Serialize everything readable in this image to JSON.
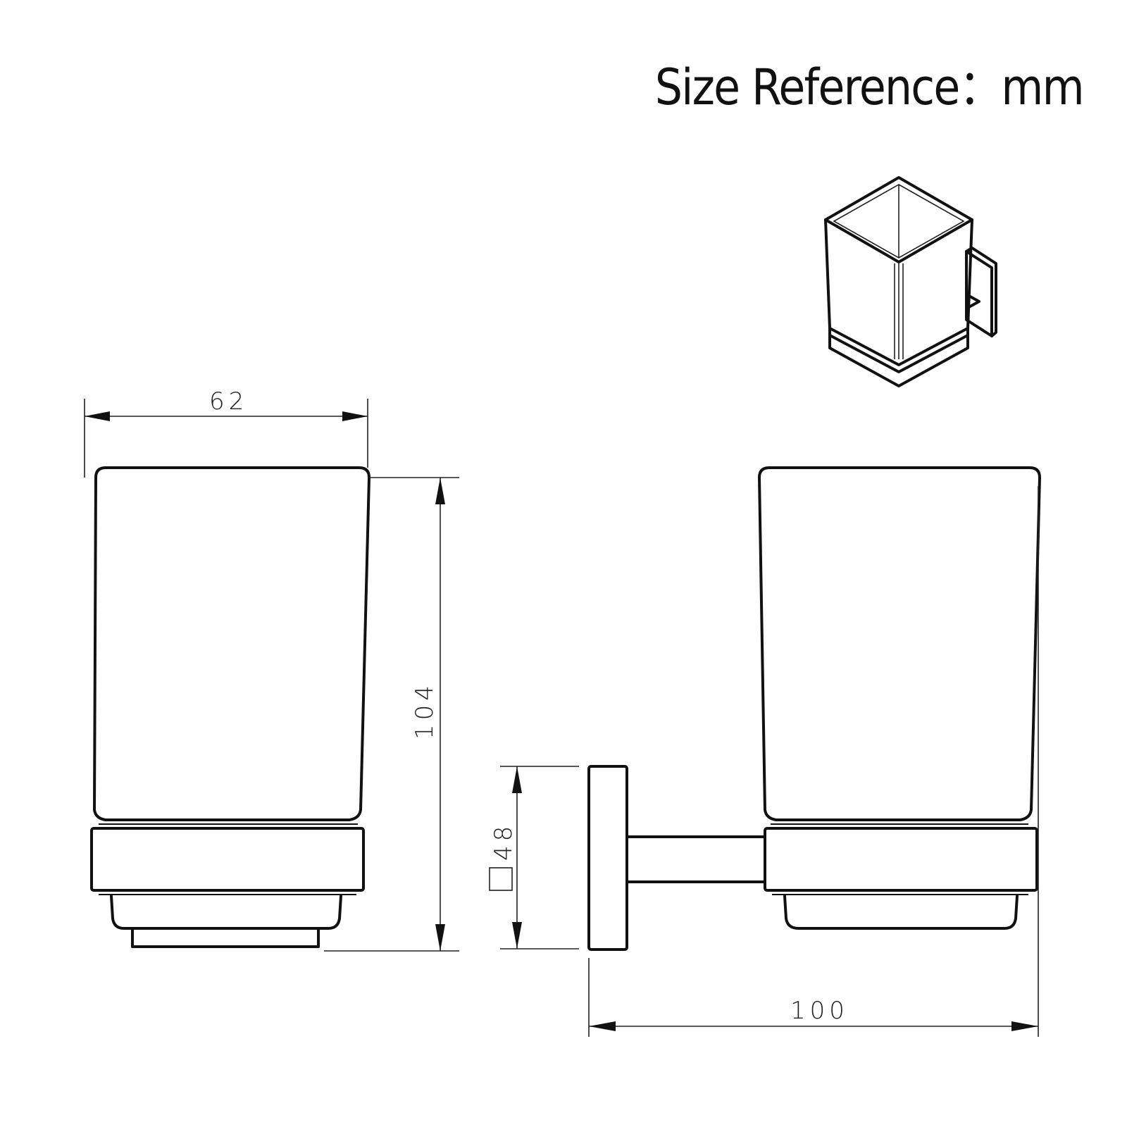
{
  "header": {
    "title": "Size Reference：",
    "unit": "mm"
  },
  "drawing": {
    "type": "technical-dimension-drawing",
    "subject": "wall-mounted square tumbler holder",
    "views": [
      "front-view",
      "side-view",
      "isometric-view"
    ],
    "line_color": "#111111",
    "background": "#ffffff"
  },
  "dimensions": {
    "cup_width": {
      "label": "62",
      "value": 62,
      "unit": "mm"
    },
    "total_height": {
      "label": "104",
      "value": 104,
      "unit": "mm"
    },
    "wall_plate": {
      "symbol": "□",
      "label": "48",
      "value": 48,
      "unit": "mm"
    },
    "projection": {
      "label": "100",
      "value": 100,
      "unit": "mm"
    }
  }
}
